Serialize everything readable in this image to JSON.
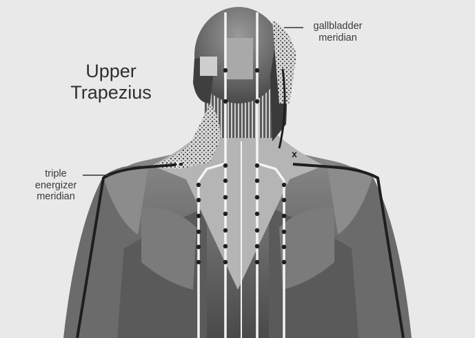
{
  "title": "Upper\nTrapezius",
  "labels": {
    "gallbladder": "gallbladder\nmeridian",
    "triple_energizer": "triple\nenergizer\nmeridian"
  },
  "markers": {
    "trigger_point_symbol": "x"
  },
  "colors": {
    "background": "#e9e9e9",
    "muscle_dark": "#4f4f4f",
    "muscle_mid": "#7a7a7a",
    "muscle_light": "#b9b9b9",
    "meridian_line": "#f4f4f4",
    "acupoint": "#1e1e1e",
    "triple_energizer_line": "#222222",
    "text": "#3a3a3a"
  }
}
